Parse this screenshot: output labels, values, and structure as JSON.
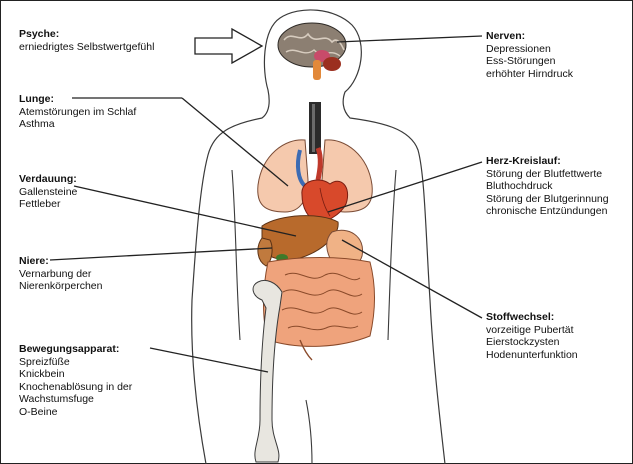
{
  "labels": {
    "psyche": {
      "title": "Psyche:",
      "lines": [
        "erniedrigtes Selbstwertgefühl"
      ]
    },
    "lunge": {
      "title": "Lunge:",
      "lines": [
        "Atemstörungen im Schlaf",
        "Asthma"
      ]
    },
    "verdauung": {
      "title": "Verdauung:",
      "lines": [
        "Gallensteine",
        "Fettleber"
      ]
    },
    "niere": {
      "title": "Niere:",
      "lines": [
        "Vernarbung der",
        "Nierenkörperchen"
      ]
    },
    "bewegung": {
      "title": "Bewegungsapparat:",
      "lines": [
        "Spreizfüße",
        "Knickbein",
        "Knochenablösung in der",
        "Wachstumsfuge",
        "O-Beine"
      ]
    },
    "nerven": {
      "title": "Nerven:",
      "lines": [
        "Depressionen",
        "Ess-Störungen",
        "erhöhter Hirndruck"
      ]
    },
    "herz": {
      "title": "Herz-Kreislauf:",
      "lines": [
        "Störung der Blutfettwerte",
        "Bluthochdruck",
        "Störung der Blutgerinnung",
        "chronische Entzündungen"
      ]
    },
    "stoffwechsel": {
      "title": "Stoffwechsel:",
      "lines": [
        "vorzeitige Pubertät",
        "Eierstockzysten",
        "Hodenunterfunktion"
      ]
    }
  },
  "colors": {
    "outline": "#3a3a3a",
    "brain": "#8c7f72",
    "lung": "#f5c9ad",
    "heart": "#d8492b",
    "liver": "#b86a2c",
    "intestine": "#efa37c",
    "bone": "#e8e6e0"
  }
}
